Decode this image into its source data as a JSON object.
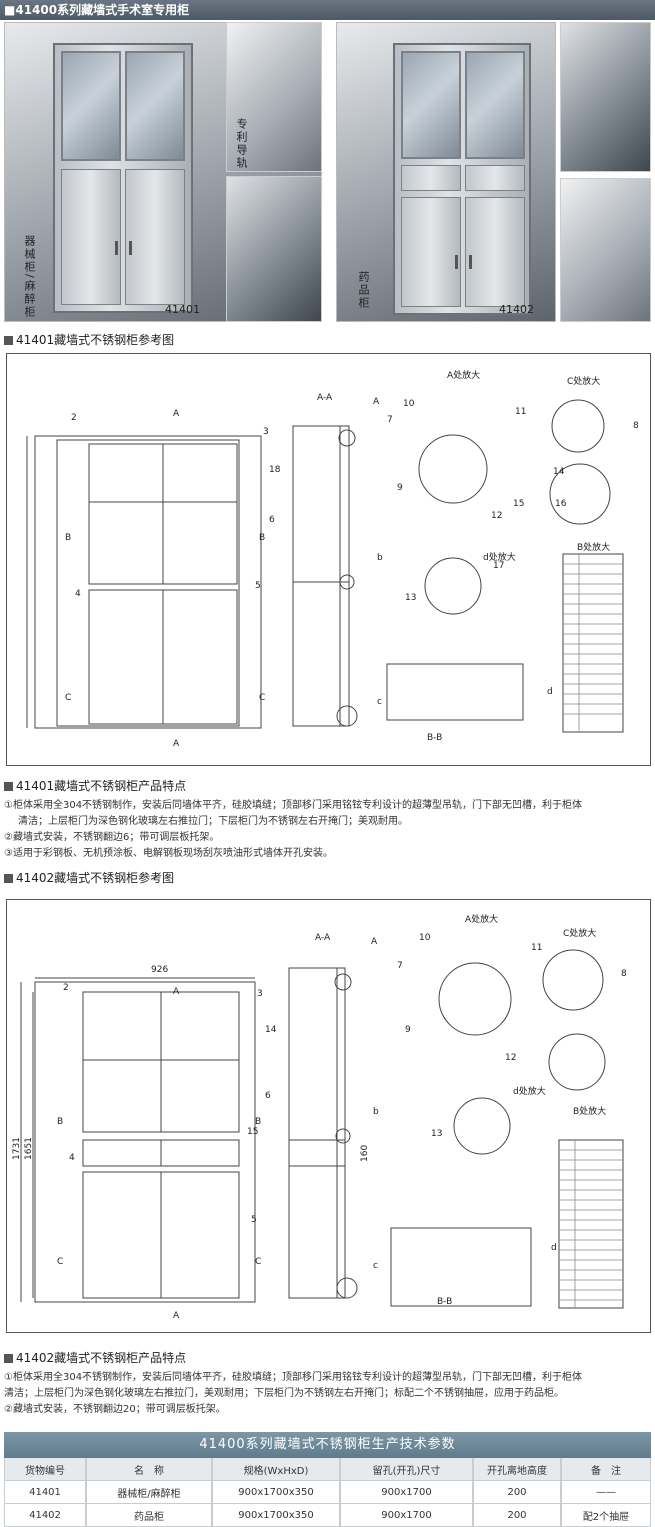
{
  "header": {
    "title": "■41400系列藏墙式手术室专用柜"
  },
  "photos": {
    "left": {
      "vertical_label": "器械柜/麻醉柜",
      "model": "41401"
    },
    "middle_detail_label": "专利导轨",
    "right": {
      "vertical_label": "药品柜",
      "model": "41402"
    }
  },
  "section1": {
    "heading": "41401藏墙式不锈钢柜参考图",
    "labels": {
      "aa": "A-A",
      "a_detail": "A处放大",
      "c_detail": "C处放大",
      "b_detail": "B处放大",
      "d_detail": "d处放大",
      "bb": "B-B",
      "A": "A",
      "B": "B",
      "C": "C",
      "b": "b",
      "c": "c",
      "d": "d"
    },
    "callouts": [
      "2",
      "3",
      "4",
      "5",
      "6",
      "7",
      "8",
      "9",
      "10",
      "11",
      "12",
      "13",
      "14",
      "15",
      "16",
      "17",
      "18"
    ]
  },
  "features1": {
    "heading": "41401藏墙式不锈钢柜产品特点",
    "items": [
      "①柜体采用全304不锈钢制作，安装后同墙体平齐，硅胶填缝；顶部移门采用铭铉专利设计的超薄型吊轨，门下部无凹槽，利于柜体",
      "清洁；上层柜门为深色钢化玻璃左右推拉门；下层柜门为不锈钢左右开掩门；美观耐用。",
      "②藏墙式安装，不锈钢翻边6；带可调层板托架。",
      "③适用于彩钢板、无机预涂板、电解钢板现场刮灰喷油形式墙体开孔安装。"
    ]
  },
  "section2": {
    "heading": "41402藏墙式不锈钢柜参考图",
    "dims": {
      "width": "926",
      "height_outer": "1731",
      "height_inner": "1651",
      "drawer": "160"
    },
    "labels": {
      "aa": "A-A",
      "a_detail": "A处放大",
      "c_detail": "C处放大",
      "b_detail": "B处放大",
      "d_detail": "d处放大",
      "bb": "B-B",
      "A": "A",
      "B": "B",
      "C": "C",
      "b": "b",
      "c": "c",
      "d": "d"
    },
    "callouts": [
      "2",
      "3",
      "4",
      "5",
      "6",
      "7",
      "8",
      "9",
      "10",
      "11",
      "12",
      "13",
      "14",
      "15"
    ]
  },
  "features2": {
    "heading": "41402藏墙式不锈钢柜产品特点",
    "items": [
      "①柜体采用全304不锈钢制作，安装后同墙体平齐，硅胶填缝；顶部移门采用铭铉专利设计的超薄型吊轨，门下部无凹槽，利于柜体",
      "清洁；上层柜门为深色钢化玻璃左右推拉门，美观耐用；下层柜门为不锈钢左右开掩门；标配二个不锈钢抽屉，应用于药品柜。",
      "②藏墙式安装，不锈钢翻边20；带可调层板托架。"
    ]
  },
  "spec": {
    "caption": "41400系列藏墙式不锈钢柜生产技术参数",
    "columns": [
      "货物编号",
      "名　称",
      "规格(WxHxD)",
      "留孔(开孔)尺寸",
      "开孔离地高度",
      "备　注"
    ],
    "rows": [
      [
        "41401",
        "器械柜/麻醉柜",
        "900x1700x350",
        "900x1700",
        "200",
        "——"
      ],
      [
        "41402",
        "药品柜",
        "900x1700x350",
        "900x1700",
        "200",
        "配2个抽屉"
      ]
    ]
  }
}
